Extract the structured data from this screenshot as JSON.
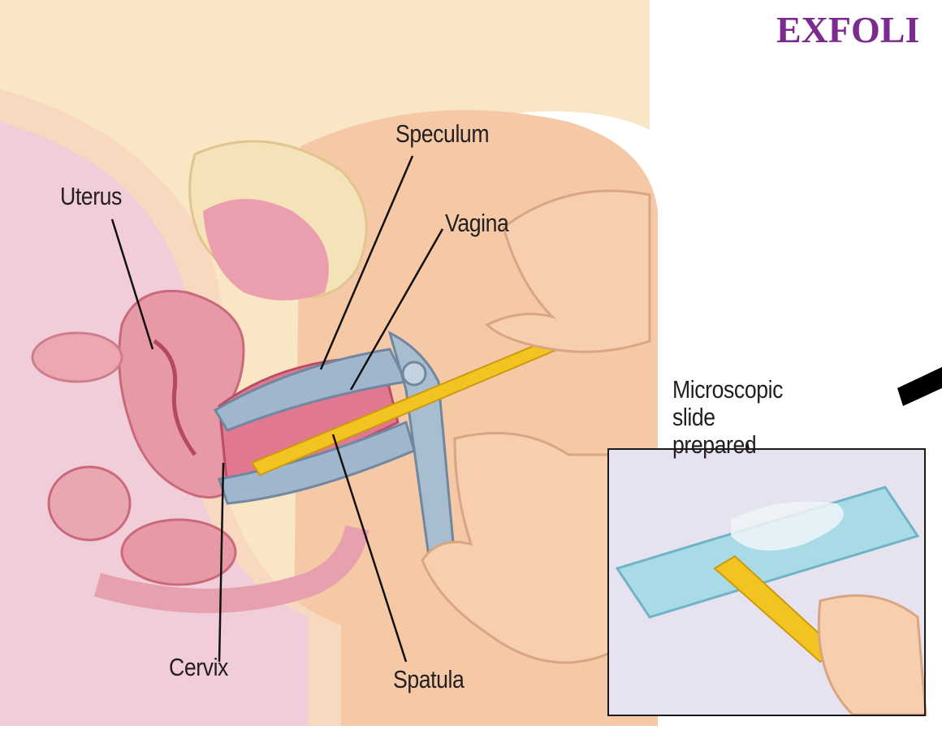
{
  "title": "EXFOLI",
  "labels": {
    "speculum": "Speculum",
    "uterus": "Uterus",
    "vagina": "Vagina",
    "slide": "Microscopic slide prepared",
    "cervix": "Cervix",
    "spatula": "Spatula"
  },
  "colors": {
    "title": "#7b2a90",
    "skin": "#f7cfae",
    "uterus": "#e79aa5",
    "speculum": "#9fb6cc",
    "spatula": "#f2c321",
    "slide": "#a9dbe6"
  }
}
